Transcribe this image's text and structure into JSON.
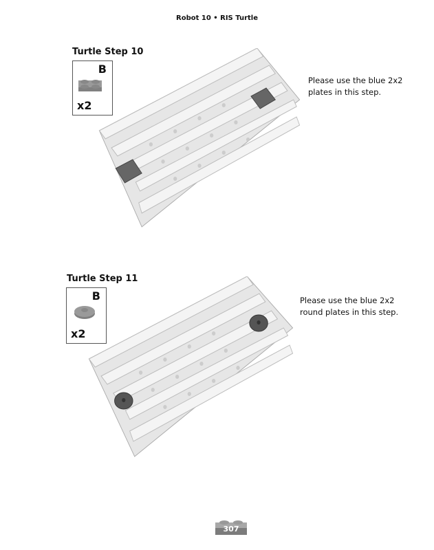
{
  "header": {
    "title": "Robot 10 • RIS Turtle"
  },
  "steps": [
    {
      "title": "Turtle Step 10",
      "part_color_letter": "B",
      "part_quantity": "x2",
      "part_icon": "2x2-plate-icon",
      "note": "Please use the blue 2x2 plates in this step."
    },
    {
      "title": "Turtle Step 11",
      "part_color_letter": "B",
      "part_quantity": "x2",
      "part_icon": "2x2-round-plate-icon",
      "note": "Please use the blue 2x2 round plates in this step."
    }
  ],
  "footer": {
    "page_number": "307"
  }
}
